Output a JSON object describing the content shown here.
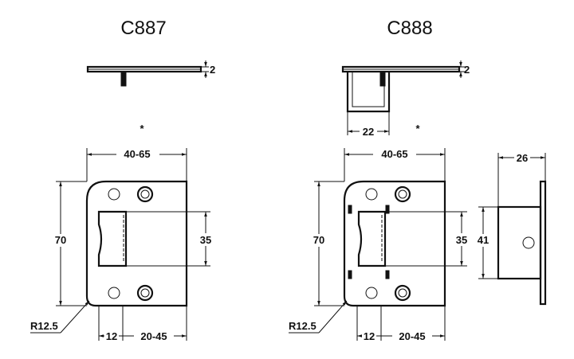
{
  "products": [
    {
      "title": "C887",
      "marker": "*",
      "thickness": "2",
      "width": "40-65",
      "height": "70",
      "opening": "35",
      "radius": "R12.5",
      "dim_left": "12",
      "dim_right": "20-45"
    },
    {
      "title": "C888",
      "marker": "*",
      "thickness": "2",
      "box_width": "22",
      "width": "40-65",
      "height": "70",
      "opening": "35",
      "radius": "R12.5",
      "dim_left": "12",
      "dim_right": "20-45",
      "side_depth": "26",
      "side_height": "41"
    }
  ]
}
